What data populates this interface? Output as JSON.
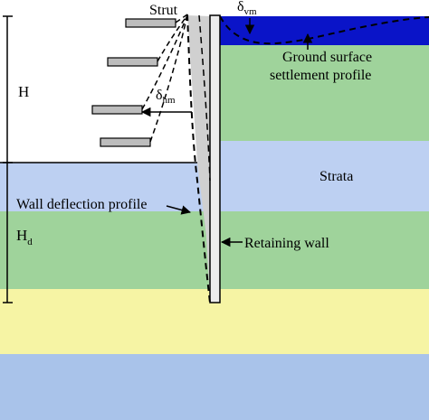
{
  "labels": {
    "strut": "Strut",
    "delta_vm_main": "δ",
    "delta_vm_sub": "vm",
    "ground_surface_line1": "Ground surface",
    "ground_surface_line2": "settlement profile",
    "H": "H",
    "delta_hm_main": "δ",
    "delta_hm_sub": "hm",
    "strata": "Strata",
    "wall_deflection": "Wall deflection profile",
    "Hd_main": "H",
    "Hd_sub": "d",
    "retaining_wall": "Retaining wall"
  },
  "colors": {
    "surface_blue": "#0a14c8",
    "green": "#9fd39b",
    "light_blue": "#bdd0f2",
    "yellow": "#f6f4a4",
    "bottom_blue": "#a9c3ea",
    "strut_gray": "#bdbdbd",
    "wall_fill": "#ececec",
    "deflection_shade": "#d8d8d8"
  }
}
